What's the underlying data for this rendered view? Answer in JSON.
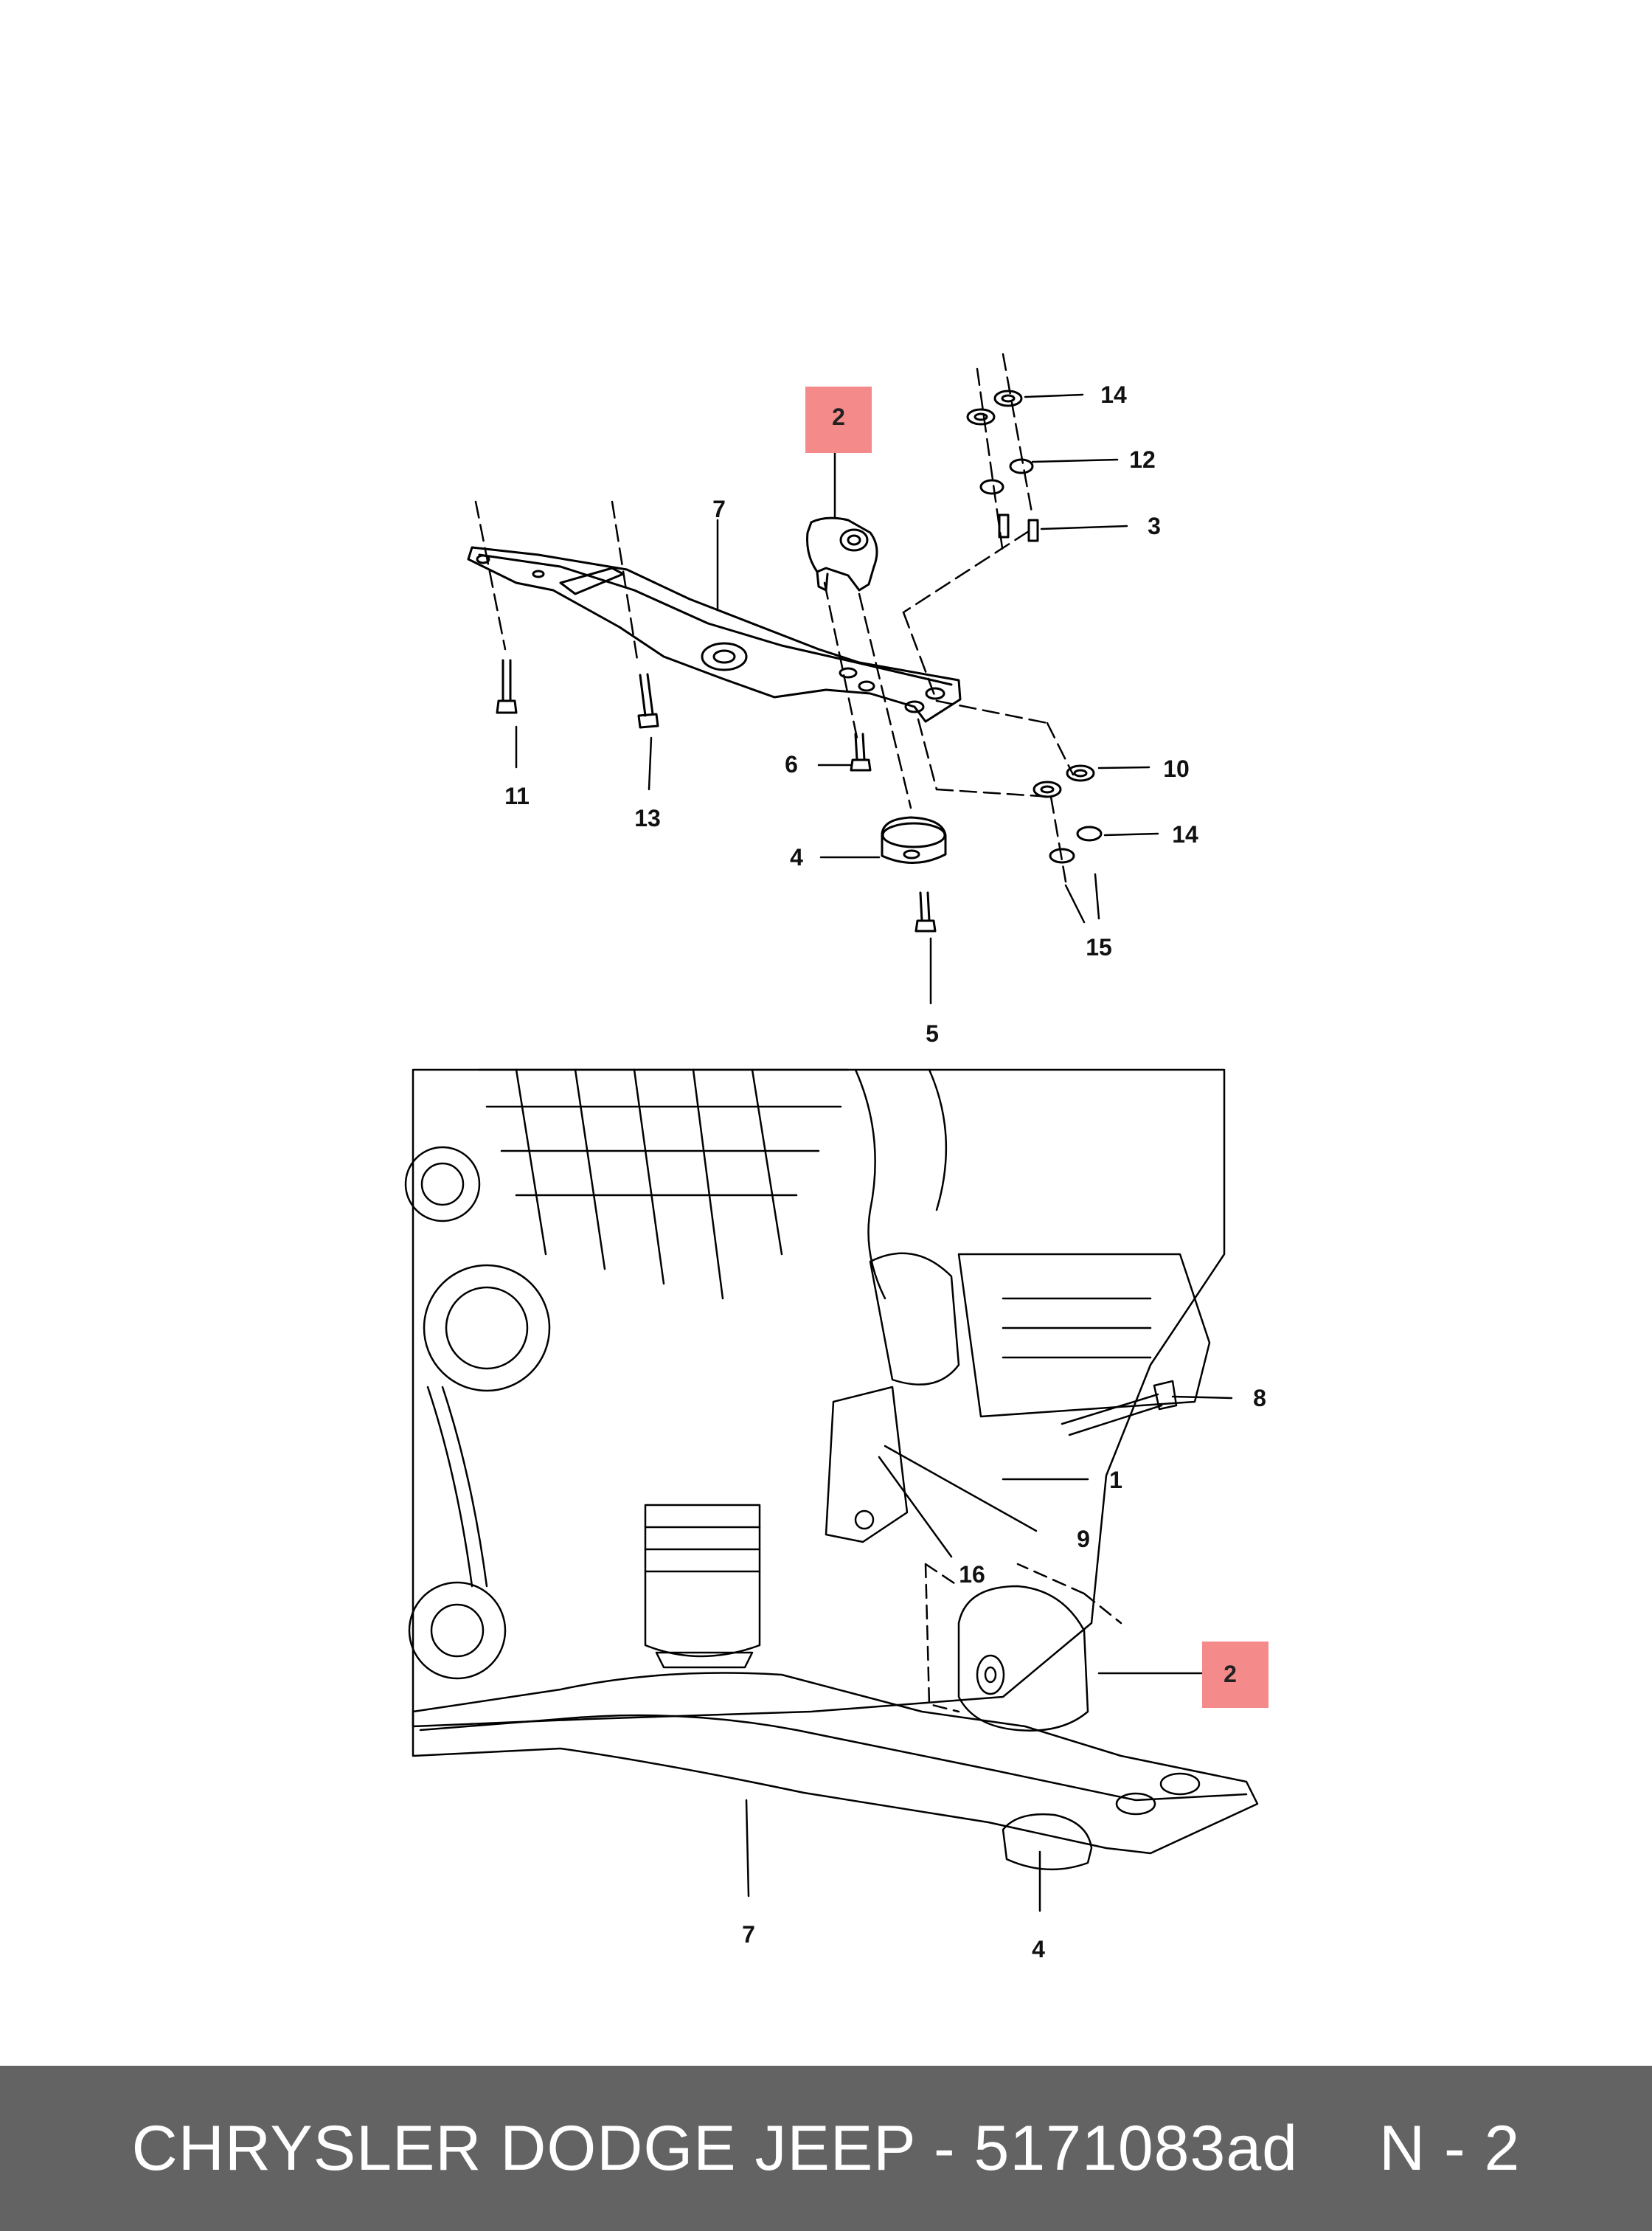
{
  "callouts": {
    "c2_top": "2",
    "c7_top": "7",
    "c14_top": "14",
    "c12": "12",
    "c3": "3",
    "c11": "11",
    "c13": "13",
    "c6": "6",
    "c10": "10",
    "c14_bottom": "14",
    "c4_top": "4",
    "c15": "15",
    "c5": "5",
    "c8": "8",
    "c1": "1",
    "c9": "9",
    "c16": "16",
    "c2_bottom": "2",
    "c7_bottom": "7",
    "c4_bottom": "4"
  },
  "highlight_color": "#f48a8a",
  "footer": {
    "brand": "CHRYSLER DODGE JEEP - 5171083ad",
    "page": "N - 2"
  }
}
